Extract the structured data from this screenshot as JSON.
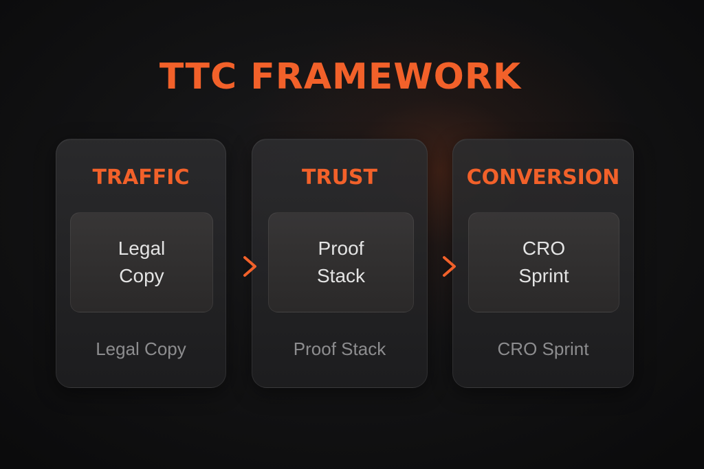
{
  "title": "TTC FRAMEWORK",
  "colors": {
    "accent": "#f2612a",
    "background": "#0d0d0e",
    "card": "#262628",
    "inner_card": "#333131",
    "inner_text": "#e4e4e4",
    "caption_text": "#8d8d8f"
  },
  "stages": [
    {
      "label": "TRAFFIC",
      "box_line1": "Legal",
      "box_line2": "Copy",
      "caption": "Legal Copy"
    },
    {
      "label": "TRUST",
      "box_line1": "Proof",
      "box_line2": "Stack",
      "caption": "Proof Stack"
    },
    {
      "label": "CONVERSION",
      "box_line1": "CRO",
      "box_line2": "Sprint",
      "caption": "CRO Sprint"
    }
  ],
  "connectors": [
    "arrow-right-icon",
    "arrow-right-icon"
  ]
}
